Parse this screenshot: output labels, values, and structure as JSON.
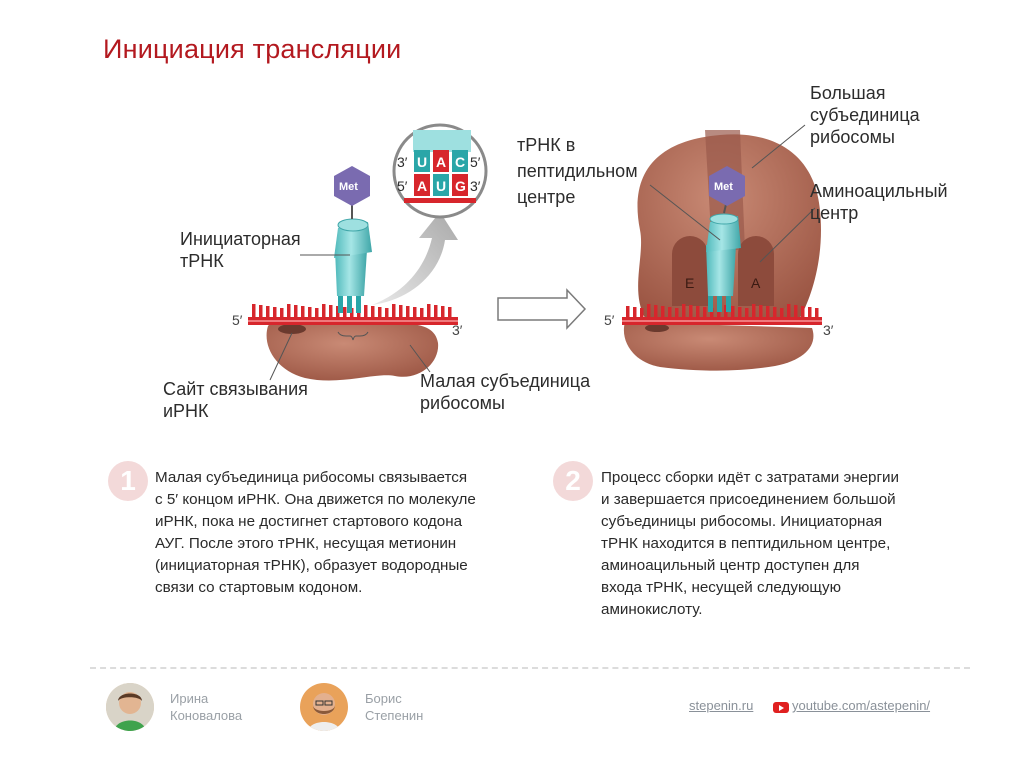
{
  "title": "Инициация трансляции",
  "labels": {
    "initiator_trna": [
      "Инициаторная",
      "тРНК"
    ],
    "binding_site": [
      "Сайт связывания",
      "иРНК"
    ],
    "small_subunit": [
      "Малая субъединица",
      "рибосомы"
    ],
    "trna_p_site": [
      "тРНК в",
      "пептидильном",
      "центре"
    ],
    "large_subunit": [
      "Большая",
      "субъединица",
      "рибосомы"
    ],
    "aminoacyl_center": [
      "Аминоацильный",
      "центр"
    ],
    "met": "Met",
    "site_e": "E",
    "site_a": "A",
    "five_prime": "5′",
    "three_prime": "3′"
  },
  "codon_zoom": {
    "anticodon": [
      "U",
      "A",
      "C"
    ],
    "codon": [
      "A",
      "U",
      "G"
    ],
    "anticodon_ends": [
      "3′",
      "5′"
    ],
    "codon_ends": [
      "5′",
      "3′"
    ]
  },
  "steps": [
    {
      "number": "1",
      "lines": [
        "Малая субъединица рибосомы связывается",
        "с 5′ концом иРНК. Она движется по молекуле",
        "иРНК, пока не достигнет стартового кодона",
        "АУГ. После этого тРНК, несущая метионин",
        "(инициаторная тРНК), образует водородные",
        "связи со стартовым кодоном."
      ]
    },
    {
      "number": "2",
      "lines": [
        "Процесс сборки идёт с затратами энергии",
        "и завершается присоединением большой",
        "субъединицы рибосомы. Инициаторная",
        "тРНК находится в пептидильном центре,",
        "аминоацильный центр доступен для",
        "входа тРНК, несущей следующую",
        "аминокислоту."
      ]
    }
  ],
  "footer": {
    "authors": [
      {
        "first": "Ирина",
        "last": "Коновалова"
      },
      {
        "first": "Борис",
        "last": "Степенин"
      }
    ],
    "site": "stepenin.ru",
    "youtube": "youtube.com/astepenin/"
  },
  "colors": {
    "title": "#b3191f",
    "mrna": "#d7262c",
    "ribosome": "#a8614e",
    "trna": "#6ccfd0",
    "met": "#7a6bb0",
    "step_circle": "#f3d9d9"
  }
}
